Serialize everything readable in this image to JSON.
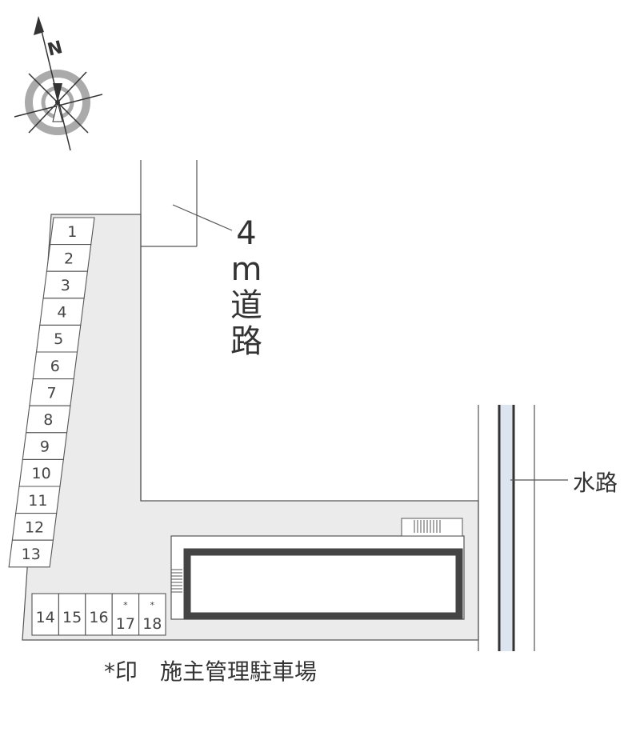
{
  "compass": {
    "label": "N",
    "icon": "north-arrow-compass-icon"
  },
  "road": {
    "width_label": [
      "4",
      "m",
      "道",
      "路"
    ]
  },
  "waterway": {
    "label": "水路"
  },
  "legend": {
    "note": "*印　施主管理駐車場"
  },
  "parking": {
    "left_column": [
      "1",
      "2",
      "3",
      "4",
      "5",
      "6",
      "7",
      "8",
      "9",
      "10",
      "11",
      "12",
      "13"
    ],
    "bottom_row": [
      {
        "number": "14",
        "mark": ""
      },
      {
        "number": "15",
        "mark": ""
      },
      {
        "number": "16",
        "mark": ""
      },
      {
        "number": "17",
        "mark": "*"
      },
      {
        "number": "18",
        "mark": "*"
      }
    ]
  },
  "colors": {
    "lot_fill": "#ebebeb",
    "line": "#555555",
    "building_outline": "#444444",
    "water_fill": "#dce4f0",
    "compass_ring": "#aaaaaa"
  }
}
